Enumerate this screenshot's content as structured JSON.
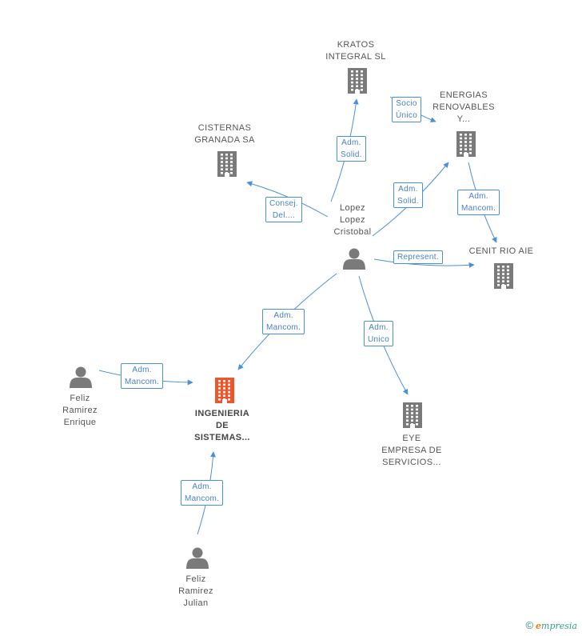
{
  "nodes": {
    "kratos": {
      "label": "KRATOS\nINTEGRAL SL",
      "type": "company",
      "color": "#7a7a7a"
    },
    "energias": {
      "label": "ENERGIAS\nRENOVABLES\nY...",
      "type": "company",
      "color": "#7a7a7a"
    },
    "cisternas": {
      "label": "CISTERNAS\nGRANADA SA",
      "type": "company",
      "color": "#7a7a7a"
    },
    "lopez": {
      "label": "Lopez\nLopez\nCristobal",
      "type": "person",
      "color": "#7a7a7a"
    },
    "cenit": {
      "label": "CENIT RIO AIE",
      "type": "company",
      "color": "#7a7a7a"
    },
    "ingenieria": {
      "label": "INGENIERIA\nDE\nSISTEMAS...",
      "type": "company",
      "color": "#f0552a"
    },
    "eye": {
      "label": "EYE\nEMPRESA DE\nSERVICIOS...",
      "type": "company",
      "color": "#7a7a7a"
    },
    "feliz_enrique": {
      "label": "Feliz\nRamirez\nEnrique",
      "type": "person",
      "color": "#7a7a7a"
    },
    "feliz_julian": {
      "label": "Feliz\nRamirez\nJulian",
      "type": "person",
      "color": "#7a7a7a"
    }
  },
  "edges": {
    "lopez_kratos": {
      "label": "Adm.\nSolid."
    },
    "kratos_energias": {
      "label": "Socio\nÚnico"
    },
    "lopez_cisternas": {
      "label": "Consej.\nDel...."
    },
    "lopez_energias": {
      "label": "Adm.\nSolid."
    },
    "energias_cenit": {
      "label": "Adm.\nMancom."
    },
    "lopez_cenit": {
      "label": "Represent."
    },
    "lopez_ingenieria": {
      "label": "Adm.\nMancom."
    },
    "lopez_eye": {
      "label": "Adm.\nUnico"
    },
    "enrique_ingenieria": {
      "label": "Adm.\nMancom."
    },
    "julian_ingenieria": {
      "label": "Adm.\nMancom."
    }
  },
  "colors": {
    "edge": "#4a90d9",
    "node": "#7a7a7a",
    "focus": "#f0552a"
  },
  "brand": {
    "copyright": "©",
    "initial": "e",
    "name": "mpresia"
  }
}
